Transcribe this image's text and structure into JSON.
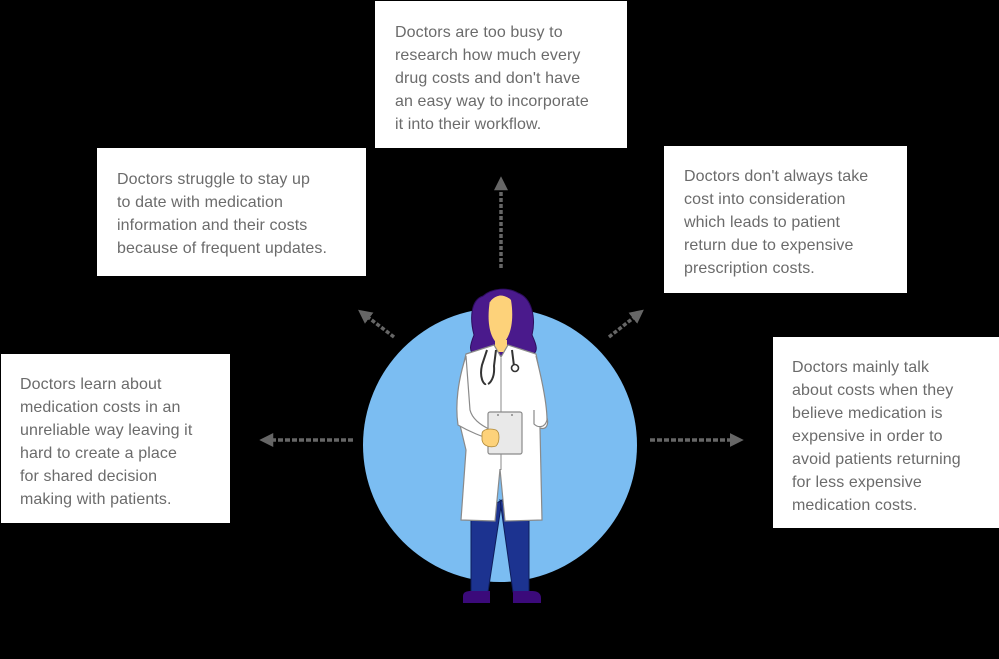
{
  "diagram": {
    "title": "",
    "center": {
      "figure": "doctor-illustration",
      "circle_color": "#7bbdf2"
    },
    "colors": {
      "background": "#000000",
      "card_background": "#ffffff",
      "text": "#6b6b6b",
      "arrow": "#666666",
      "hair": "#4a1a8c",
      "skin": "#fdd27a",
      "coat": "#ffffff",
      "pants": "#1c3390",
      "shoes": "#3b0a7a"
    },
    "insights": [
      {
        "position": "top",
        "text": "Doctors are too busy to\nresearch how much every\ndrug costs and don't have\nan easy way to incorporate\nit into their workflow."
      },
      {
        "position": "upper-left",
        "text": "Doctors struggle to stay up\nto date with medication\ninformation and their costs\nbecause of frequent updates."
      },
      {
        "position": "upper-right",
        "text": "Doctors don't always take\ncost into consideration\nwhich leads to patient\nreturn due to expensive\nprescription costs."
      },
      {
        "position": "lower-left",
        "text": "Doctors learn about\nmedication costs in an\nunreliable way leaving it\nhard to create a place\nfor shared decision\nmaking with patients."
      },
      {
        "position": "lower-right",
        "text": "Doctors mainly talk\nabout costs when they\nbelieve medication is\nexpensive in order to\navoid patients returning\nfor less expensive\nmedication costs."
      }
    ],
    "arrows": [
      {
        "direction": "up"
      },
      {
        "direction": "up-left"
      },
      {
        "direction": "up-right"
      },
      {
        "direction": "left"
      },
      {
        "direction": "right"
      }
    ]
  }
}
